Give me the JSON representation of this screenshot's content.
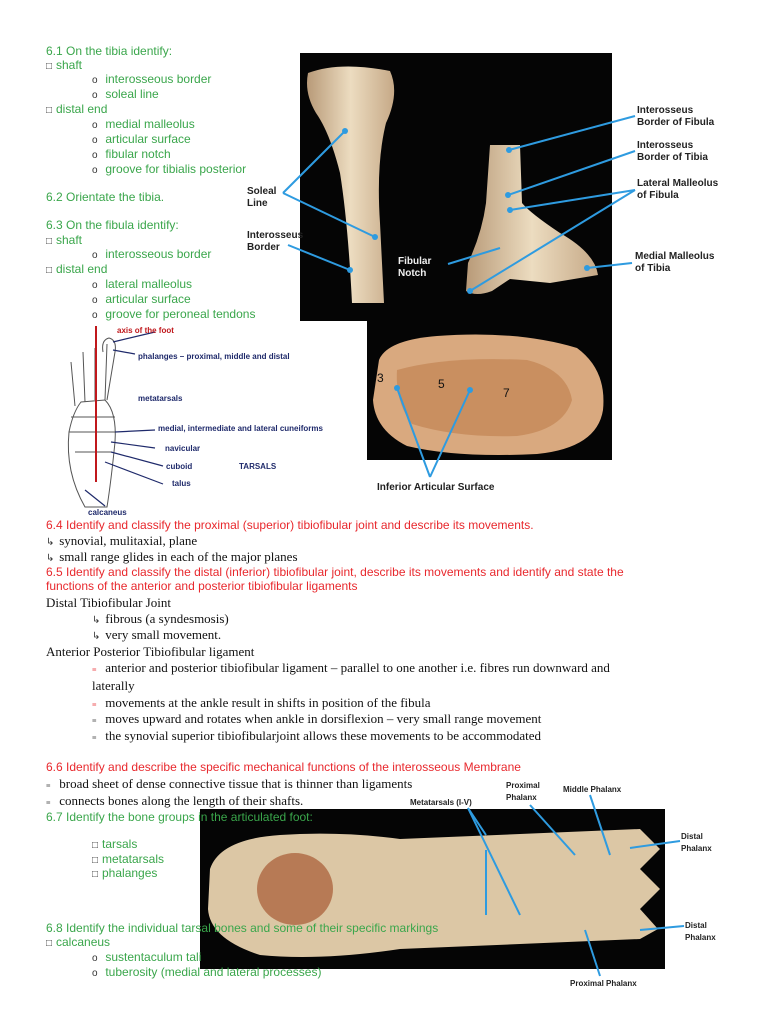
{
  "s61": {
    "heading": "6.1 On the tibia identify:",
    "shaft": "shaft",
    "shaft_items": [
      "interosseous border",
      "soleal line"
    ],
    "distal": "distal end",
    "distal_items": [
      "medial malleolus",
      "articular surface",
      "fibular notch",
      "groove for tibialis posterior"
    ]
  },
  "s62": {
    "heading": "6.2 Orientate the tibia."
  },
  "s63": {
    "heading": "6.3 On the fibula identify:",
    "shaft": "shaft",
    "shaft_items": [
      "interosseous border"
    ],
    "distal": "distal end",
    "distal_items": [
      "lateral malleolus",
      "articular surface",
      "groove for peroneal tendons"
    ]
  },
  "tibia_labels": {
    "soleal": "Soleal\nLine",
    "interosseous": "Interosseus\nBorder"
  },
  "ankle_labels": {
    "fib_border": "Interosseus\nBorder of Fibula",
    "tib_border": "Interosseus\nBorder of Tibia",
    "lat_mal": "Lateral Malleolus\nof Fibula",
    "med_mal": "Medial Malleolus\nof Tibia",
    "fib_notch": "Fibular\nNotch"
  },
  "articular": {
    "label": "Inferior Articular Surface",
    "nums": [
      "3",
      "5",
      "7"
    ]
  },
  "foot_labels": {
    "axis": "axis of the foot",
    "phalanges": "phalanges – proximal, middle and distal",
    "metatarsals": "metatarsals",
    "cuneiforms": "medial, intermediate and lateral cuneiforms",
    "navicular": "navicular",
    "cuboid": "cuboid",
    "tarsals": "TARSALS",
    "talus": "talus",
    "calcaneus": "calcaneus"
  },
  "s64": {
    "heading": "6.4 Identify and classify the proximal (superior) tibiofibular joint and describe its movements.",
    "items": [
      "synovial, mulitaxial, plane",
      "small range glides in each of the major planes"
    ]
  },
  "s65": {
    "heading1": "6.5 Identify and classify the distal (inferior) tibiofibular joint, describe its movements and identify and state the",
    "heading2": "functions of the anterior and posterior tibiofibular ligaments",
    "distal_title": "Distal Tibiofibular Joint",
    "distal_items": [
      "fibrous (a syndesmosis)",
      "very small movement."
    ],
    "lig_title": "Anterior Posterior Tibiofibular ligament",
    "lig_items": [
      "anterior and posterior tibiofibular ligament – parallel to one another i.e. fibres run downward and",
      "laterally",
      "movements at the ankle result in shifts in position of the fibula",
      "moves upward and rotates when ankle in dorsiflexion – very small range movement",
      "the synovial superior tibiofibularjoint allows these movements to be accommodated"
    ]
  },
  "s66": {
    "heading": "6.6 Identify and describe the specific mechanical functions of the interosseous Membrane",
    "items": [
      "broad sheet of dense connective tissue that is thinner than ligaments",
      "connects bones along the length of their shafts."
    ]
  },
  "s67": {
    "heading": "6.7 Identify the bone groups in the articulated foot:",
    "items": [
      "tarsals",
      "metatarsals",
      "phalanges"
    ]
  },
  "s68": {
    "heading": "6.8 Identify the individual tarsal bones and some of their specific markings",
    "calcaneus": "calcaneus",
    "items": [
      "sustentaculum tali",
      "tuberosity (medial and lateral processes)"
    ]
  },
  "foot_photo_labels": {
    "metatarsals": "Metatarsals (I-V)",
    "proximal_top": "Proximal\nPhalanx",
    "middle": "Middle Phalanx",
    "distal_top": "Distal\nPhalanx",
    "distal_bottom": "Distal\nPhalanx",
    "proximal_bottom": "Proximal Phalanx"
  },
  "colors": {
    "green": "#3aa64b",
    "red": "#e8282d",
    "pointer": "#2e9be0",
    "navy": "#1f2a6b",
    "axis": "#c0181c"
  }
}
